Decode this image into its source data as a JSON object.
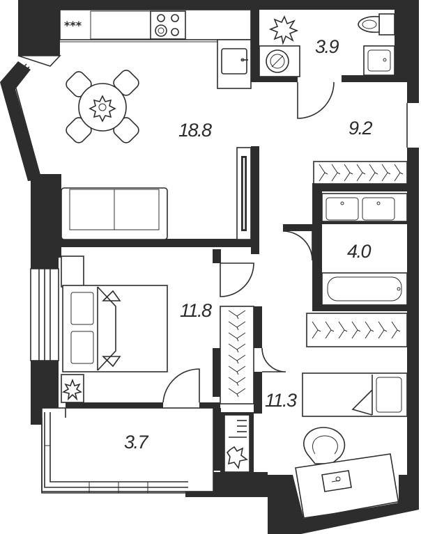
{
  "floorplan": {
    "rooms": [
      {
        "id": "kitchen-living",
        "area": "18.8"
      },
      {
        "id": "bathroom-small",
        "area": "3.9"
      },
      {
        "id": "hallway",
        "area": "9.2"
      },
      {
        "id": "bathroom",
        "area": "4.0"
      },
      {
        "id": "bedroom",
        "area": "11.8"
      },
      {
        "id": "balcony",
        "area": "3.7"
      },
      {
        "id": "bedroom-2",
        "area": "11.3"
      }
    ],
    "stove_mark": "***"
  }
}
